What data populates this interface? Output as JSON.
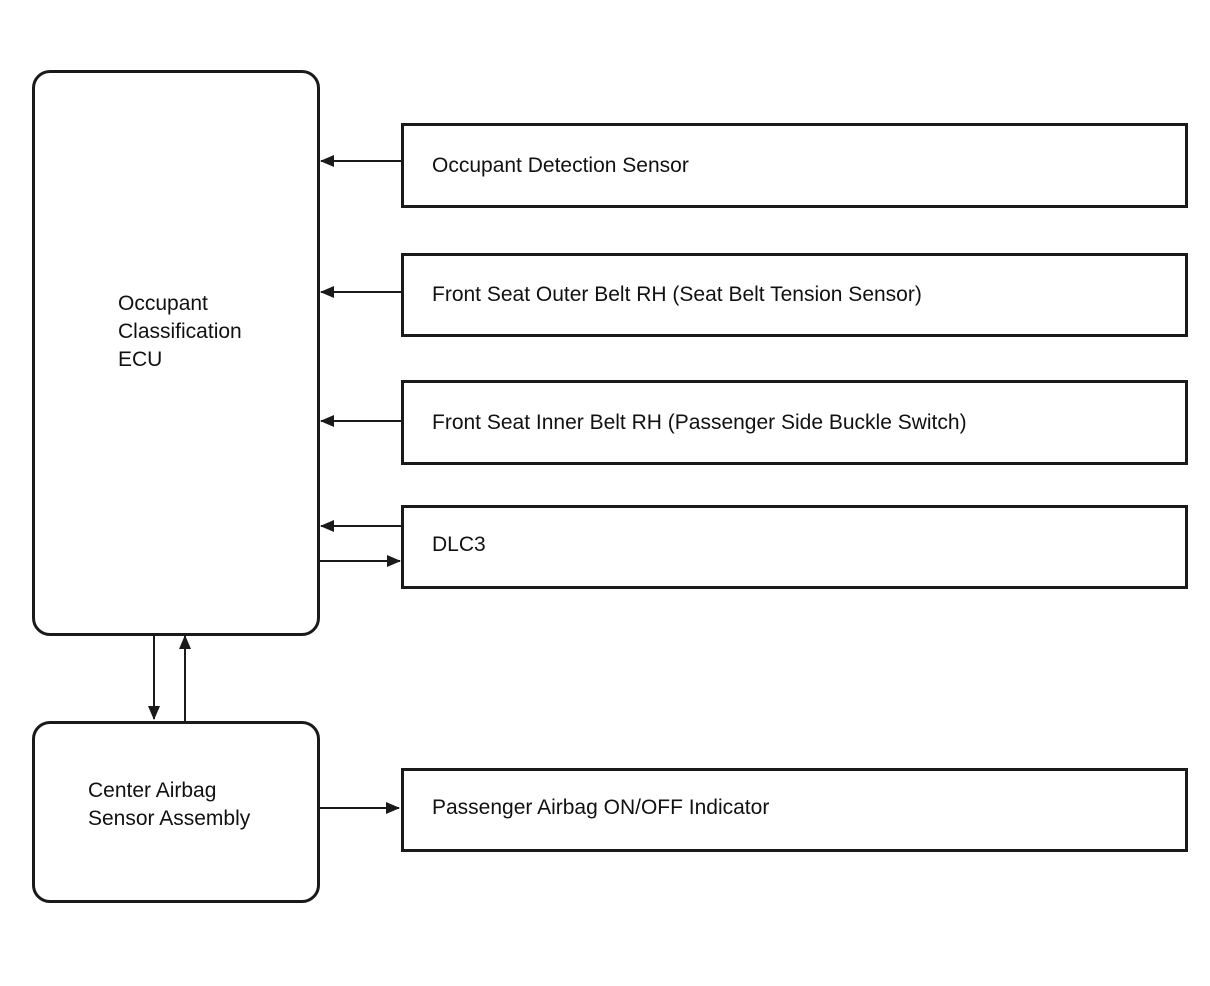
{
  "nodes": {
    "ecu": {
      "label": "Occupant\nClassification\nECU"
    },
    "airbag_sensor": {
      "label": "Center Airbag\nSensor Assembly"
    },
    "occupant_detection": {
      "label": "Occupant Detection Sensor"
    },
    "outer_belt": {
      "label": "Front Seat Outer Belt RH (Seat Belt Tension Sensor)"
    },
    "inner_belt": {
      "label": "Front Seat Inner Belt RH (Passenger Side Buckle Switch)"
    },
    "dlc3": {
      "label": "DLC3"
    },
    "indicator": {
      "label": "Passenger Airbag ON/OFF Indicator"
    }
  },
  "edges": [
    {
      "from": "occupant_detection",
      "to": "ecu"
    },
    {
      "from": "outer_belt",
      "to": "ecu"
    },
    {
      "from": "inner_belt",
      "to": "ecu"
    },
    {
      "from": "dlc3",
      "to": "ecu"
    },
    {
      "from": "ecu",
      "to": "dlc3"
    },
    {
      "from": "ecu",
      "to": "airbag_sensor"
    },
    {
      "from": "airbag_sensor",
      "to": "ecu"
    },
    {
      "from": "airbag_sensor",
      "to": "indicator"
    }
  ]
}
